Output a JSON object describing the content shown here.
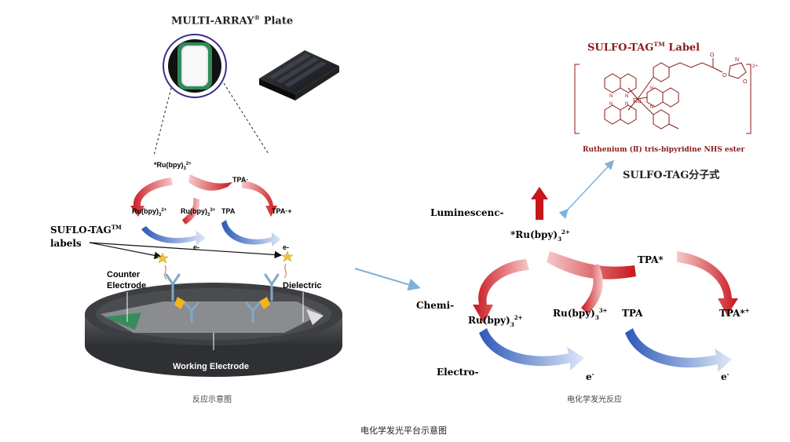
{
  "plate": {
    "title": "MULTI-ARRAY",
    "title_mark": "®",
    "title_tail": " Plate"
  },
  "label": {
    "title": "SULFO-TAG",
    "title_mark": "TM",
    "title_tail": " Label",
    "charge": "2+",
    "atom_ru": "Ru",
    "atom_n": "N",
    "atom_o": "O",
    "subtitle": "Ruthenium (Ⅱ) tris-bipyridine NHS ester",
    "formula_title": "SULFO-TAG分子式"
  },
  "left_cycle": {
    "ru_star": "*Ru(bpy)",
    "ru_star_sup": "2+",
    "sub3": "3",
    "ru2": "Ru(bpy)",
    "ru2_sup": "2+",
    "ru3": "Ru(bpy)",
    "ru3_sup": "3+",
    "tpa_rad": "TPA·",
    "tpa": "TPA",
    "tpa_cat": "TPA·+",
    "e1": "e-",
    "e2": "e-"
  },
  "electrode": {
    "suflo_label": "SUFLO-TAG",
    "suflo_mark": "TM",
    "labels_word": "labels",
    "counter_1": "Counter",
    "counter_2": "Electrode",
    "dielectric": "Dielectric",
    "working": "Working Electrode"
  },
  "right_cycle": {
    "luminescence": "Luminescenc-",
    "chemi": "Chemi-",
    "electro": "Electro-",
    "ru_star": "*Ru(bpy)",
    "ru_star_sup": "2+",
    "sub3": "3",
    "ru2": "Ru(bpy)",
    "ru2_sup": "2+",
    "ru3": "Ru(bpy)",
    "ru3_sup": "3+",
    "tpa_star": "TPA*",
    "tpa": "TPA",
    "tpa_star_cat": "TPA*",
    "tpa_star_cat_sup": "+",
    "e1": "e",
    "e1_sup": "-",
    "e2": "e",
    "e2_sup": "-"
  },
  "captions": {
    "left": "反应示意图",
    "right": "电化学发光反应",
    "bottom": "电化学发光平台示意图"
  },
  "colors": {
    "red": "#c8161d",
    "blue": "#2b58b8",
    "dark_red": "#8b1a1a",
    "light_blue": "#7fb0d8"
  }
}
